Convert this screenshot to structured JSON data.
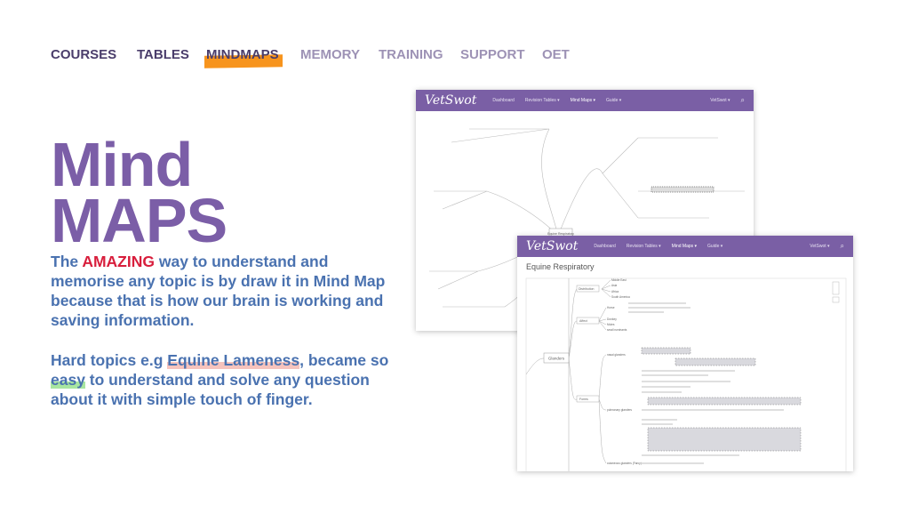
{
  "nav": {
    "items": [
      {
        "label": "COURSES"
      },
      {
        "label": "TABLES"
      },
      {
        "label": "MINDMAPS",
        "active": true
      },
      {
        "label": "MEMORY"
      },
      {
        "label": "TRAINING"
      },
      {
        "label": "SUPPORT"
      },
      {
        "label": "OET"
      }
    ]
  },
  "hero": {
    "title_line1": "Mind",
    "title_line2": "MAPS"
  },
  "para1": {
    "pre": "The ",
    "highlight": "AMAZING",
    "post": " way to understand and memorise any topic is by draw it in Mind Map because that is how our brain is working and saving information."
  },
  "para2": {
    "pre": "Hard topics e.g ",
    "link": "Equine Lameness",
    "mid": ", became so ",
    "easy": "easy",
    "post": " to understand and solve any question about it with simple touch of finger."
  },
  "app": {
    "logo": "VetSwot",
    "menu": [
      "Dashboard",
      "Revision Tables ▾",
      "Mind Maps ▾",
      "Guide ▾"
    ],
    "user": "VetSwot ▾",
    "page_title": "Equine Respiratory",
    "root": "Equine Respiratory"
  },
  "mindmap": {
    "node": "Glanders",
    "branches": [
      {
        "label": "Distribution",
        "items": [
          "Middle East",
          "Asia",
          "Africa",
          "South America"
        ]
      },
      {
        "label": "Affect",
        "items": [
          "Horse",
          "Donkey",
          "Mules",
          "small ruminants"
        ]
      },
      {
        "label": "Forms",
        "items": [
          "nasal glanders",
          "pulmonary glanders",
          "cutaneous glanders (Farcy)"
        ]
      }
    ]
  },
  "colors": {
    "purple": "#7a5fa5",
    "title": "#7b5ea7",
    "text": "#4a72b0",
    "accent": "#d81e3c",
    "orange": "#f7941d"
  }
}
